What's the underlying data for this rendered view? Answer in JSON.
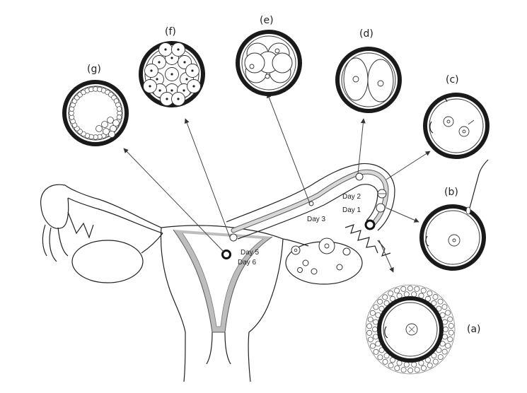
{
  "stages": [
    {
      "id": "a",
      "label": "(a)"
    },
    {
      "id": "b",
      "label": "(b)"
    },
    {
      "id": "c",
      "label": "(c)"
    },
    {
      "id": "d",
      "label": "(d)"
    },
    {
      "id": "e",
      "label": "(e)"
    },
    {
      "id": "f",
      "label": "(f)"
    },
    {
      "id": "g",
      "label": "(g)"
    }
  ],
  "day_labels": {
    "day1": "Day 1",
    "day2": "Day 2",
    "day3": "Day 3",
    "day5": "Day 5",
    "day6": "Day 6"
  }
}
